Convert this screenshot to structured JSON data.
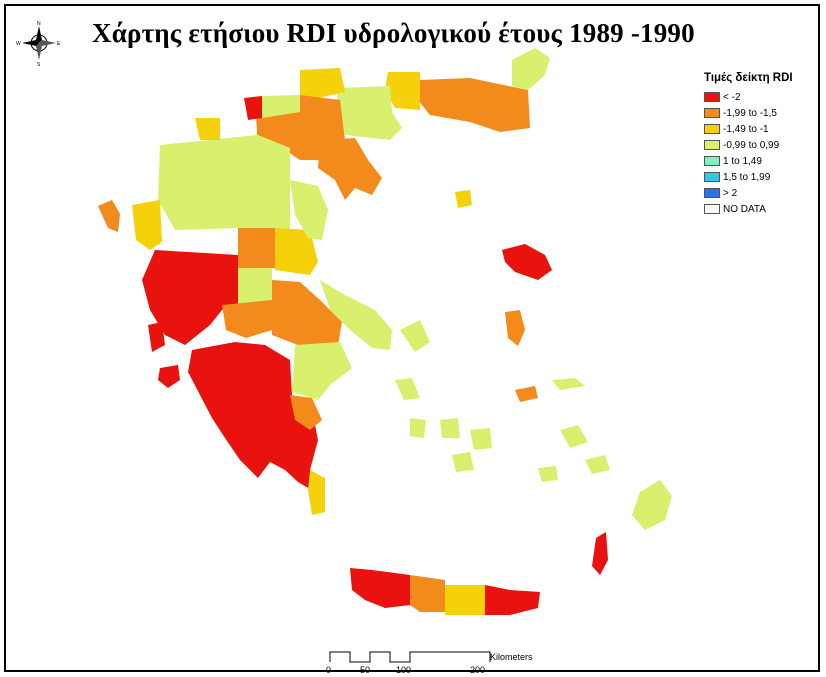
{
  "map": {
    "title": "Χάρτης ετήσιου RDI υδρολογικού έτους 1989 -1990",
    "compass": {
      "n": "N",
      "s": "S",
      "e": "E",
      "w": "W"
    },
    "legend": {
      "title": "Τιμές δείκτη RDI",
      "items": [
        {
          "label": "< -2",
          "color": "#e8120e"
        },
        {
          "label": "-1,99 to -1,5",
          "color": "#f28a1c"
        },
        {
          "label": "-1,49 to -1",
          "color": "#f5d10c"
        },
        {
          "label": "-0,99 to 0,99",
          "color": "#d9f06e"
        },
        {
          "label": "1 to 1,49",
          "color": "#7ff0c0"
        },
        {
          "label": "1,5 to 1,99",
          "color": "#32c8e6"
        },
        {
          "label": "> 2",
          "color": "#2a70e8"
        },
        {
          "label": "NO DATA",
          "color": "#ffffff"
        }
      ]
    },
    "scale_bar": {
      "ticks": [
        "0",
        "50",
        "100",
        "200"
      ],
      "unit": "Kilometers"
    }
  }
}
